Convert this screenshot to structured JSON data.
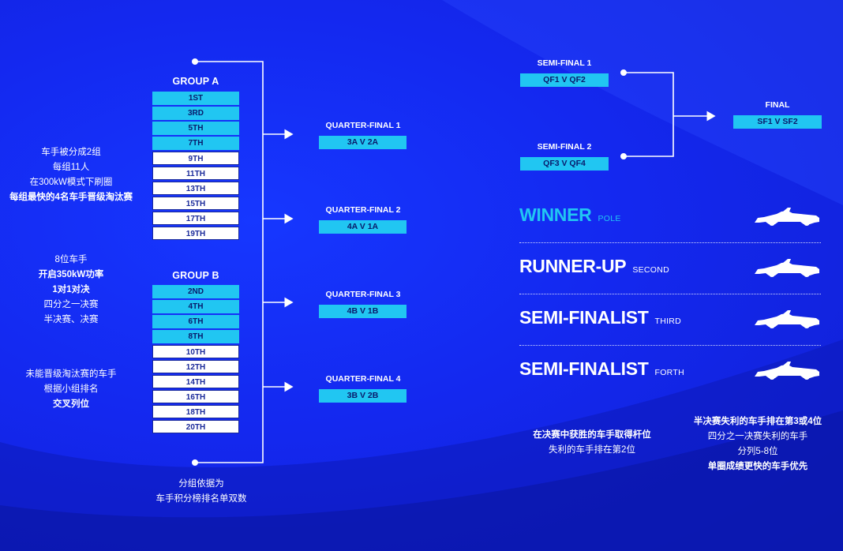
{
  "colors": {
    "background": "#1428ef",
    "accent": "#21c6f2",
    "text": "#ffffff",
    "advance_cell": "#21c6f2",
    "eliminated_cell": "#ffffff"
  },
  "groups": {
    "a": {
      "title": "GROUP A",
      "entries": [
        {
          "label": "1ST",
          "advance": true
        },
        {
          "label": "3RD",
          "advance": true
        },
        {
          "label": "5TH",
          "advance": true
        },
        {
          "label": "7TH",
          "advance": true
        },
        {
          "label": "9TH",
          "advance": false
        },
        {
          "label": "11TH",
          "advance": false
        },
        {
          "label": "13TH",
          "advance": false
        },
        {
          "label": "15TH",
          "advance": false
        },
        {
          "label": "17TH",
          "advance": false
        },
        {
          "label": "19TH",
          "advance": false
        }
      ]
    },
    "b": {
      "title": "GROUP B",
      "entries": [
        {
          "label": "2ND",
          "advance": true
        },
        {
          "label": "4TH",
          "advance": true
        },
        {
          "label": "6TH",
          "advance": true
        },
        {
          "label": "8TH",
          "advance": true
        },
        {
          "label": "10TH",
          "advance": false
        },
        {
          "label": "12TH",
          "advance": false
        },
        {
          "label": "14TH",
          "advance": false
        },
        {
          "label": "16TH",
          "advance": false
        },
        {
          "label": "18TH",
          "advance": false
        },
        {
          "label": "20TH",
          "advance": false
        }
      ]
    }
  },
  "notes": {
    "group_stage": {
      "line1": "车手被分成2组",
      "line2": "每组11人",
      "line3": "在300kW模式下刷圈",
      "line4": "每组最快的4名车手晋级淘汰赛"
    },
    "duels": {
      "line1": "8位车手",
      "line2": "开启350kW功率",
      "line3": "1对1对决",
      "line4": "四分之一决赛",
      "line5": "半决赛、决赛"
    },
    "non_qualifiers": {
      "line1": "未能晋级淘汰赛的车手",
      "line2": "根据小组排名",
      "line3": "交叉列位"
    },
    "grouping_basis": {
      "line1": "分组依据为",
      "line2": "车手积分榜排名单双数"
    },
    "final_result": {
      "line1": "在决赛中获胜的车手取得杆位",
      "line2": "失利的车手排在第2位"
    },
    "semi_losers": {
      "line1": "半决赛失利的车手排在第3或4位",
      "line2": "四分之一决赛失利的车手",
      "line3": "分列5-8位",
      "line4": "单圈成绩更快的车手优先"
    }
  },
  "quarter_finals": [
    {
      "title": "QUARTER-FINAL 1",
      "match": "3A V 2A"
    },
    {
      "title": "QUARTER-FINAL 2",
      "match": "4A V 1A"
    },
    {
      "title": "QUARTER-FINAL 3",
      "match": "4B V 1B"
    },
    {
      "title": "QUARTER-FINAL 4",
      "match": "3B V 2B"
    }
  ],
  "semi_finals": [
    {
      "title": "SEMI-FINAL 1",
      "match": "QF1 V QF2"
    },
    {
      "title": "SEMI-FINAL 2",
      "match": "QF3 V QF4"
    }
  ],
  "final": {
    "title": "FINAL",
    "match": "SF1 V SF2"
  },
  "rankings": [
    {
      "title": "WINNER",
      "sub": "POLE",
      "icon": "race-car-icon"
    },
    {
      "title": "RUNNER-UP",
      "sub": "SECOND",
      "icon": "race-car-icon"
    },
    {
      "title": "SEMI-FINALIST",
      "sub": "THIRD",
      "icon": "race-car-icon"
    },
    {
      "title": "SEMI-FINALIST",
      "sub": "FORTH",
      "icon": "race-car-icon"
    }
  ]
}
